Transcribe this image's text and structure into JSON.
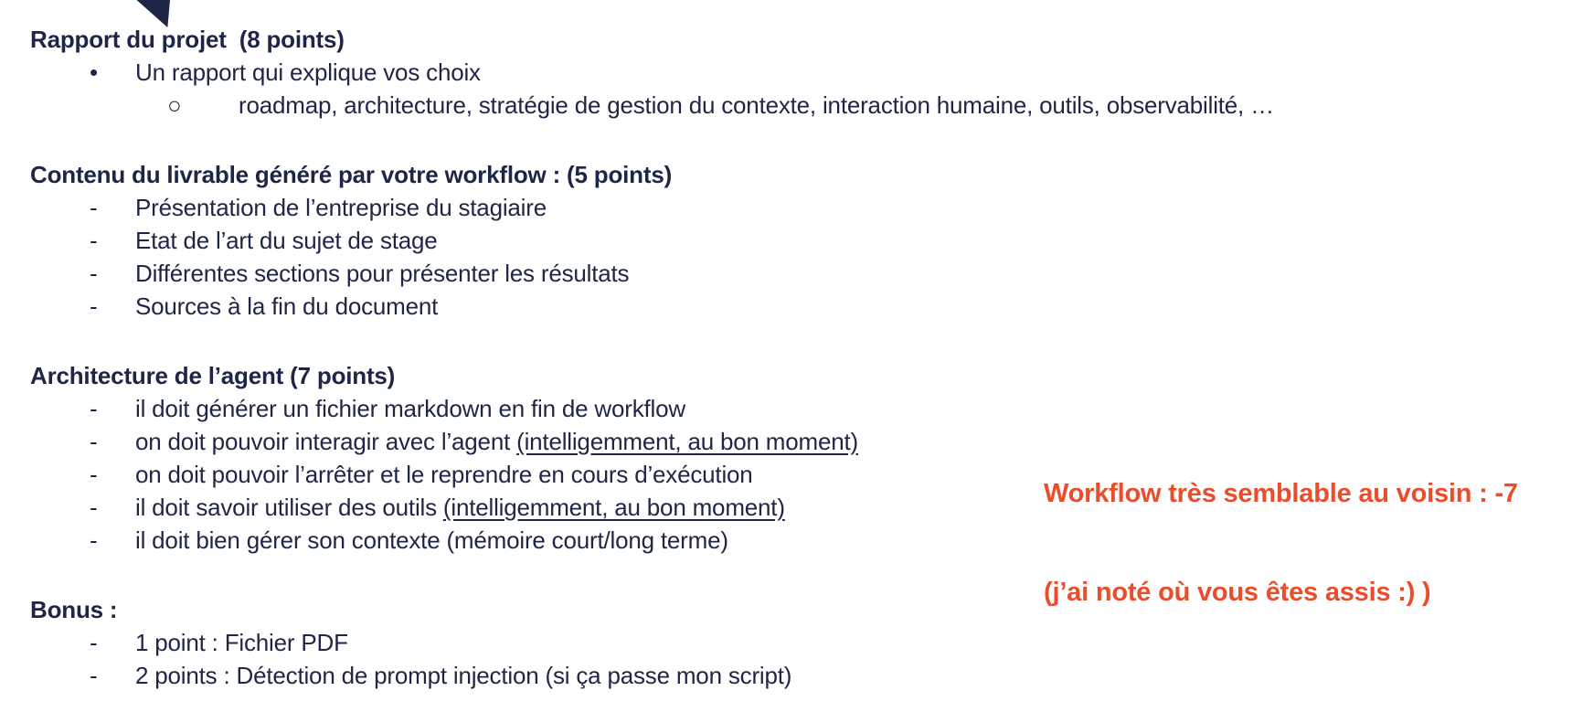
{
  "colors": {
    "text_navy": "#1f2547",
    "annotation_orange": "#e94d2b",
    "background": "#ffffff"
  },
  "decor": {
    "triangle": "navy-clipped-triangle"
  },
  "sections": [
    {
      "heading": "Rapport du projet  (8 points)",
      "items": [
        {
          "level": 1,
          "marker": "•",
          "text": "Un rapport qui explique vos choix"
        },
        {
          "level": 2,
          "marker": "○",
          "text": "roadmap, architecture, stratégie de gestion du contexte, interaction humaine, outils, observabilité, …"
        }
      ]
    },
    {
      "heading": "Contenu du livrable généré par votre workflow : (5 points)",
      "items": [
        {
          "level": 1,
          "marker": "-",
          "text": "Présentation de l’entreprise du stagiaire"
        },
        {
          "level": 1,
          "marker": "-",
          "text": "Etat de l’art du sujet de stage"
        },
        {
          "level": 1,
          "marker": "-",
          "text": "Différentes sections pour présenter les résultats"
        },
        {
          "level": 1,
          "marker": "-",
          "text": "Sources à la fin du document"
        }
      ]
    },
    {
      "heading": "Architecture de l’agent (7 points)",
      "items": [
        {
          "level": 1,
          "marker": "-",
          "text": "il doit générer un fichier markdown en fin de workflow"
        },
        {
          "level": 1,
          "marker": "-",
          "text": "on doit pouvoir interagir avec l’agent ",
          "underlined": "(intelligemment, au bon moment)"
        },
        {
          "level": 1,
          "marker": "-",
          "text": "on doit pouvoir l’arrêter et le reprendre en cours d’exécution"
        },
        {
          "level": 1,
          "marker": "-",
          "text": "il doit savoir utiliser des outils ",
          "underlined": "(intelligemment, au bon moment)"
        },
        {
          "level": 1,
          "marker": "-",
          "text": "il doit bien gérer son contexte (mémoire court/long terme)"
        }
      ]
    },
    {
      "heading": "Bonus :",
      "items": [
        {
          "level": 1,
          "marker": "-",
          "text": "1 point : Fichier PDF"
        },
        {
          "level": 1,
          "marker": "-",
          "text": "2 points : Détection de prompt injection (si ça passe mon script)"
        }
      ]
    }
  ],
  "annotation": {
    "line1": "Workflow très semblable au voisin : -7",
    "line2": "(j’ai noté où vous êtes assis :) )"
  }
}
